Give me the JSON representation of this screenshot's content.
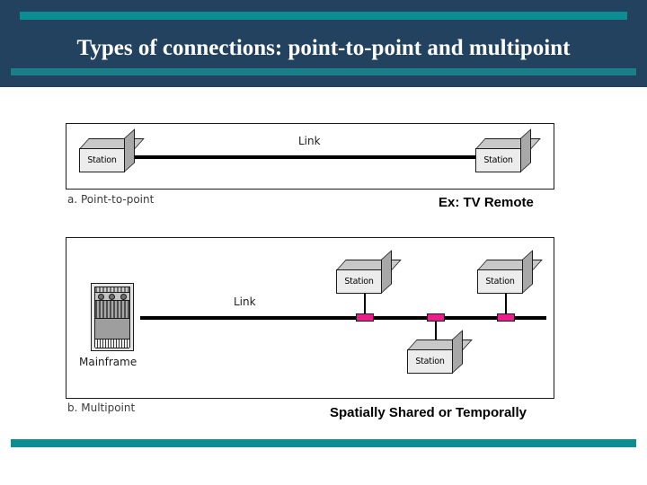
{
  "slide": {
    "title": "Types of connections: point-to-point and multipoint",
    "colors": {
      "header_background": "#224260",
      "accent_teal": "#0b8d91",
      "title_text": "#ffffff",
      "tap_pink": "#ec1c8b",
      "station_front": "#ececec",
      "station_side": "#a8a8a8",
      "station_top": "#c8c8c8",
      "page_background": "#ffffff"
    }
  },
  "figures": {
    "point_to_point": {
      "caption": "a. Point-to-point",
      "link_label": "Link",
      "annotation": "Ex: TV Remote",
      "stations": [
        {
          "label": "Station"
        },
        {
          "label": "Station"
        }
      ]
    },
    "multipoint": {
      "caption": "b. Multipoint",
      "link_label": "Link",
      "annotation": "Spatially Shared or Temporally",
      "mainframe_label": "Mainframe",
      "stations": [
        {
          "label": "Station"
        },
        {
          "label": "Station"
        },
        {
          "label": "Station"
        }
      ]
    }
  }
}
